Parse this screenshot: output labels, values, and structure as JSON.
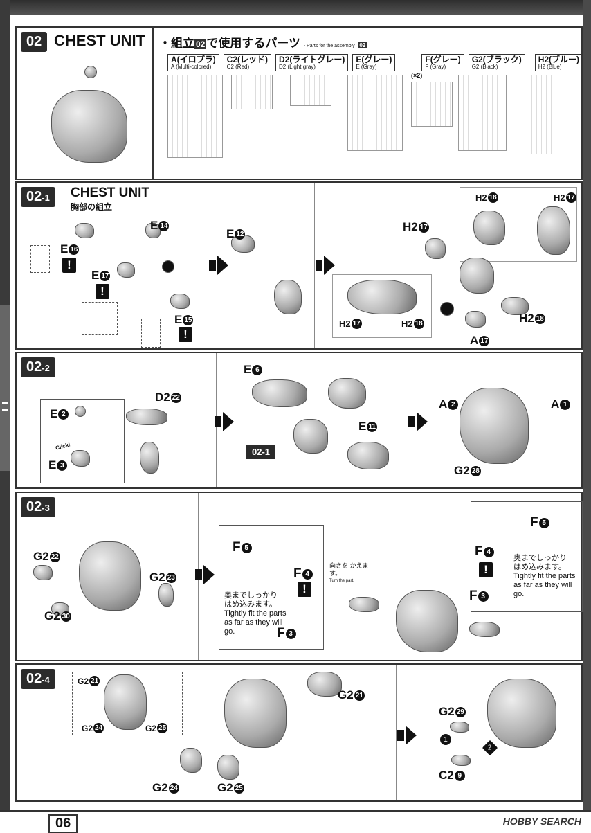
{
  "header": {
    "step": "02",
    "title": "CHEST UNIT",
    "parts_heading": "・組立",
    "parts_heading_num": "02",
    "parts_heading_rest": "で使用するパーツ",
    "parts_en": "- Parts for the assembly",
    "parts_en_num": "02",
    "runners": [
      {
        "jp": "A(イロプラ)",
        "en": "A (Multi-colored)"
      },
      {
        "jp": "C2(レッド)",
        "en": "C2 (Red)"
      },
      {
        "jp": "D2(ライトグレー)",
        "en": "D2 (Light gray)"
      },
      {
        "jp": "E(グレー)",
        "en": "E (Gray)"
      },
      {
        "jp": "F(グレー)",
        "en": "F (Gray)",
        "qty": "(×2)"
      },
      {
        "jp": "G2(ブラック)",
        "en": "G2 (Black)"
      },
      {
        "jp": "H2(ブルー)",
        "en": "H2 (Blue)"
      }
    ]
  },
  "s1": {
    "tag": "02",
    "sub": "-1",
    "title": "CHEST UNIT",
    "subtitle": "胸部の組立",
    "labels": [
      {
        "g": "E",
        "n": "14"
      },
      {
        "g": "E",
        "n": "16"
      },
      {
        "g": "E",
        "n": "17"
      },
      {
        "g": "E",
        "n": "15"
      },
      {
        "g": "E",
        "n": "12"
      },
      {
        "g": "H2",
        "n": "17"
      },
      {
        "g": "H2",
        "n": "18"
      },
      {
        "g": "H2",
        "n": "17"
      },
      {
        "g": "H2",
        "n": "17"
      },
      {
        "g": "H2",
        "n": "18"
      },
      {
        "g": "H2",
        "n": "18"
      },
      {
        "g": "A",
        "n": "17"
      }
    ]
  },
  "s2": {
    "tag": "02",
    "sub": "-2",
    "click": "Click!",
    "labels": [
      {
        "g": "E",
        "n": "2"
      },
      {
        "g": "E",
        "n": "3"
      },
      {
        "g": "D2",
        "n": "22"
      },
      {
        "g": "E",
        "n": "6"
      },
      {
        "g": "E",
        "n": "11"
      },
      {
        "g": "A",
        "n": "2"
      },
      {
        "g": "A",
        "n": "1"
      },
      {
        "g": "G2",
        "n": "28"
      }
    ],
    "ref": "02-1"
  },
  "s3": {
    "tag": "02",
    "sub": "-3",
    "labels": [
      {
        "g": "G2",
        "n": "22"
      },
      {
        "g": "G2",
        "n": "23"
      },
      {
        "g": "G2",
        "n": "30"
      },
      {
        "g": "F",
        "n": "5"
      },
      {
        "g": "F",
        "n": "4"
      },
      {
        "g": "F",
        "n": "3"
      },
      {
        "g": "F",
        "n": "4"
      },
      {
        "g": "F",
        "n": "5"
      },
      {
        "g": "F",
        "n": "3"
      }
    ],
    "fit_jp": "奥までしっかり はめ込みます。",
    "fit_en": "Tightly fit the parts as far as they will go.",
    "turn_jp": "向きを かえます。",
    "turn_en": "Turn the part."
  },
  "s4": {
    "tag": "02",
    "sub": "-4",
    "labels": [
      {
        "g": "G2",
        "n": "21"
      },
      {
        "g": "G2",
        "n": "24"
      },
      {
        "g": "G2",
        "n": "25"
      },
      {
        "g": "G2",
        "n": "21"
      },
      {
        "g": "G2",
        "n": "24"
      },
      {
        "g": "G2",
        "n": "25"
      },
      {
        "g": "G2",
        "n": "29"
      },
      {
        "g": "C2",
        "n": "9"
      }
    ],
    "order": [
      "1",
      "2"
    ]
  },
  "footer": {
    "page": "06",
    "logo": "HOBBY SEARCH"
  },
  "warn": "!"
}
